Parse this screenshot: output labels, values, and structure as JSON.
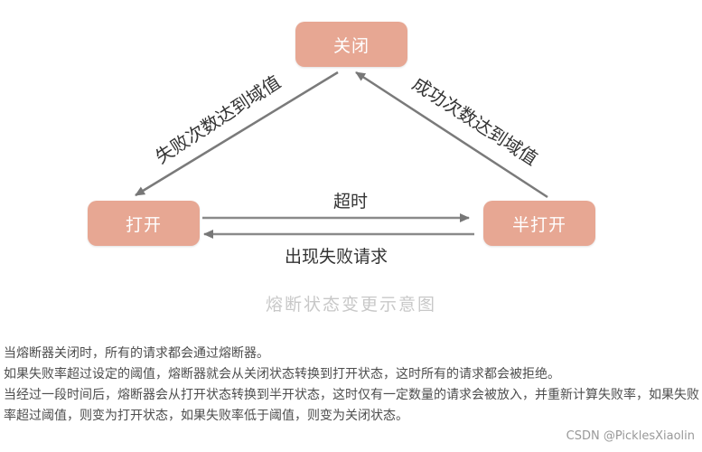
{
  "diagram": {
    "nodes": {
      "closed": "关闭",
      "open": "打开",
      "half_open": "半打开"
    },
    "edges": {
      "closed_to_open": "失败次数达到域值",
      "halfopen_to_closed": "成功次数达到域值",
      "open_to_halfopen": "超时",
      "halfopen_to_open": "出现失败请求"
    },
    "caption": "熔断状态变更示意图",
    "colors": {
      "node_fill": "#e7a793",
      "arrow": "#777777"
    }
  },
  "description": {
    "line1": "当熔断器关闭时，所有的请求都会通过熔断器。",
    "line2": "如果失败率超过设定的阈值，熔断器就会从关闭状态转换到打开状态，这时所有的请求都会被拒绝。",
    "line3": "当经过一段时间后，熔断器会从打开状态转换到半开状态，这时仅有一定数量的请求会被放入，并重新计算失败率，如果失败率超过阈值，则变为打开状态，如果失败率低于阈值，则变为关闭状态。"
  },
  "watermark": "CSDN @PicklesXiaolin"
}
